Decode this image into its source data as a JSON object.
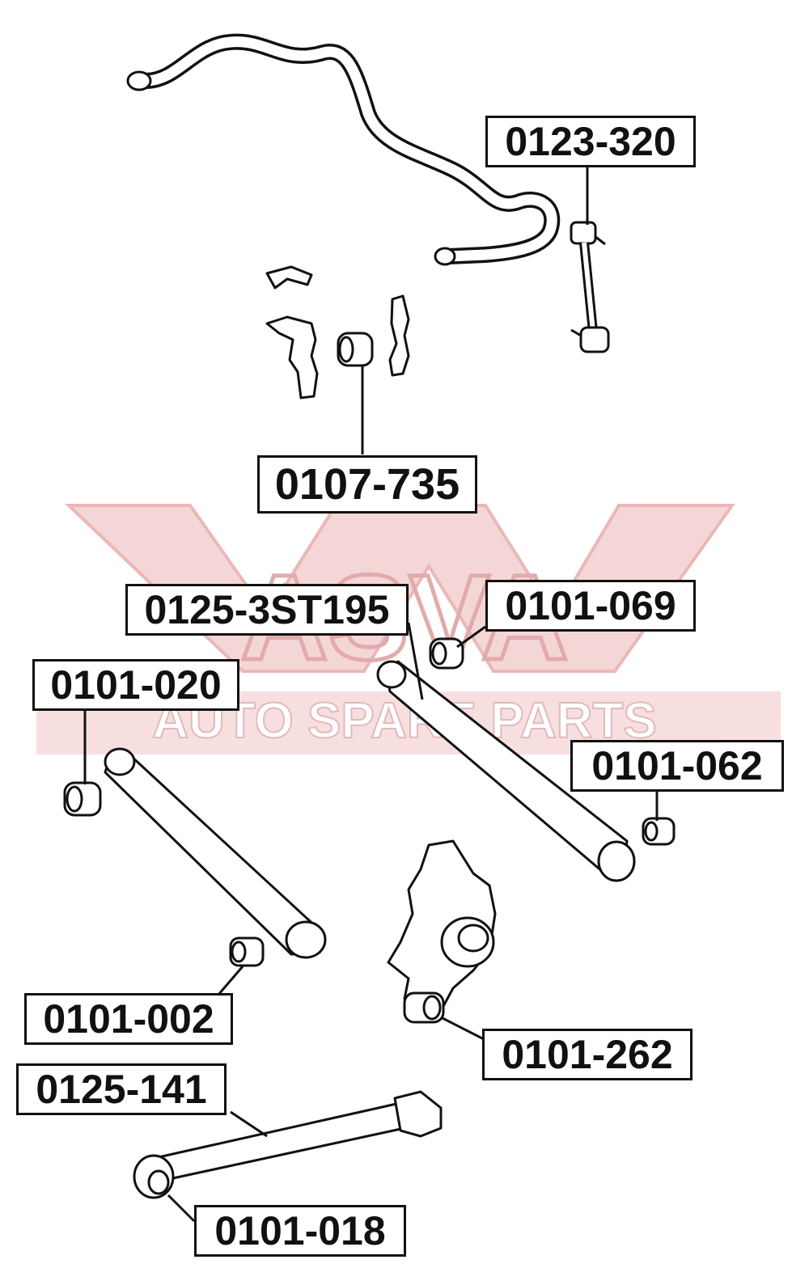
{
  "watermark": {
    "brand": "ASVA",
    "tagline": "AUTO SPARE PARTS",
    "color": "#e9a8a8"
  },
  "labels": {
    "p0123_320": "0123-320",
    "p0107_735": "0107-735",
    "p0125_3ST195": "0125-3ST195",
    "p0101_069": "0101-069",
    "p0101_020": "0101-020",
    "p0101_062": "0101-062",
    "p0101_002": "0101-002",
    "p0101_262": "0101-262",
    "p0125_141": "0125-141",
    "p0101_018": "0101-018"
  }
}
